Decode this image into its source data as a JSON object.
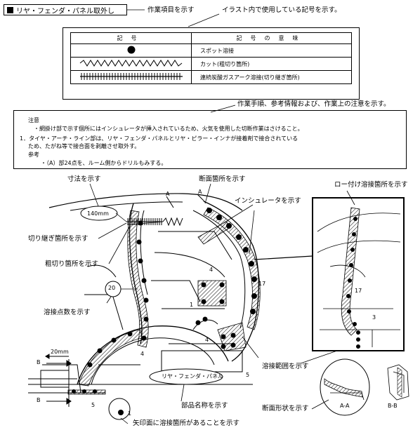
{
  "title": "リヤ・フェンダ・パネル取外し",
  "callouts": {
    "work_item": "作業項目を示す",
    "symbols_used": "イラスト内で使用している記号を示す。",
    "procedure": "作業手順、参考情報および、作業上の注意を示す。",
    "dimension": "寸法を示す",
    "section_location": "断面箇所を示す",
    "braze_weld": "ロー付け溶接箇所を示す",
    "insulator": "インシュレータを示す",
    "cut_joint": "切り継ぎ箇所を示す",
    "rough_cut": "粗切り箇所を示す",
    "weld_count": "溶接点数を示す",
    "weld_range": "溶接範囲を示す",
    "part_name": "部品名称を示す",
    "section_shape": "断面形状を示す",
    "arrow_side": "矢印面に溶接箇所があることを示す"
  },
  "legend": {
    "header_symbol": "記号",
    "header_meaning": "記号の意味",
    "rows": [
      {
        "symbol": "spot-dot",
        "meaning": "スポット溶接"
      },
      {
        "symbol": "zigzag-line",
        "meaning": "カット(粗切り箇所)"
      },
      {
        "symbol": "hatched-line",
        "meaning": "連続炭酸ガスアーク溶接(切り継ぎ箇所)"
      }
    ]
  },
  "notes": {
    "caution_label": "注意",
    "caution_line": "・網掛け部で示す個所にはインシュレータが挿入されているため、火気を使用した切断作業はさけること。",
    "item1_line1": "1．タイヤ・アーチ・ライン部は、リヤ・フェンダ・パネルとリヤ・ピラー・インナが接着剤で接合されている",
    "item1_line2": "ため、たがね等で接合面を剥離させ取外す。",
    "reference_label": "参考",
    "reference_line": "・（A）部24点を、ルーム側からドリルもみする。"
  },
  "diagram": {
    "dim_140": "140mm",
    "dim_20": "20mm",
    "section_a": "A",
    "section_b": "B",
    "part_label": "リヤ・フェンダ・パネル",
    "num_20": "20",
    "num_4": "4",
    "num_17": "17",
    "num_1": "1",
    "num_5": "5",
    "num_3": "3",
    "section_aa": "A-A",
    "section_bb": "B-B"
  }
}
